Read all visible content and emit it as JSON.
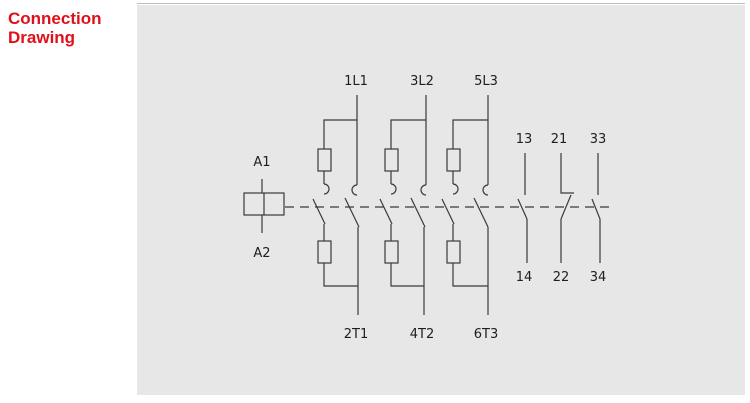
{
  "header": {
    "title_line1": "Connection",
    "title_line2": "Drawing"
  },
  "colors": {
    "title": "#e0101b",
    "panel_bg": "#e7e7e7",
    "line": "#3a3a3a"
  },
  "diagram": {
    "coil_top_label": "A1",
    "coil_bottom_label": "A2",
    "main_poles": [
      {
        "line_terminal": "1L1",
        "load_terminal": "2T1"
      },
      {
        "line_terminal": "3L2",
        "load_terminal": "4T2"
      },
      {
        "line_terminal": "5L3",
        "load_terminal": "6T3"
      }
    ],
    "aux_contacts": [
      {
        "top": "13",
        "bottom": "14",
        "type": "NO"
      },
      {
        "top": "21",
        "bottom": "22",
        "type": "NC"
      },
      {
        "top": "33",
        "bottom": "34",
        "type": "NO"
      }
    ]
  }
}
